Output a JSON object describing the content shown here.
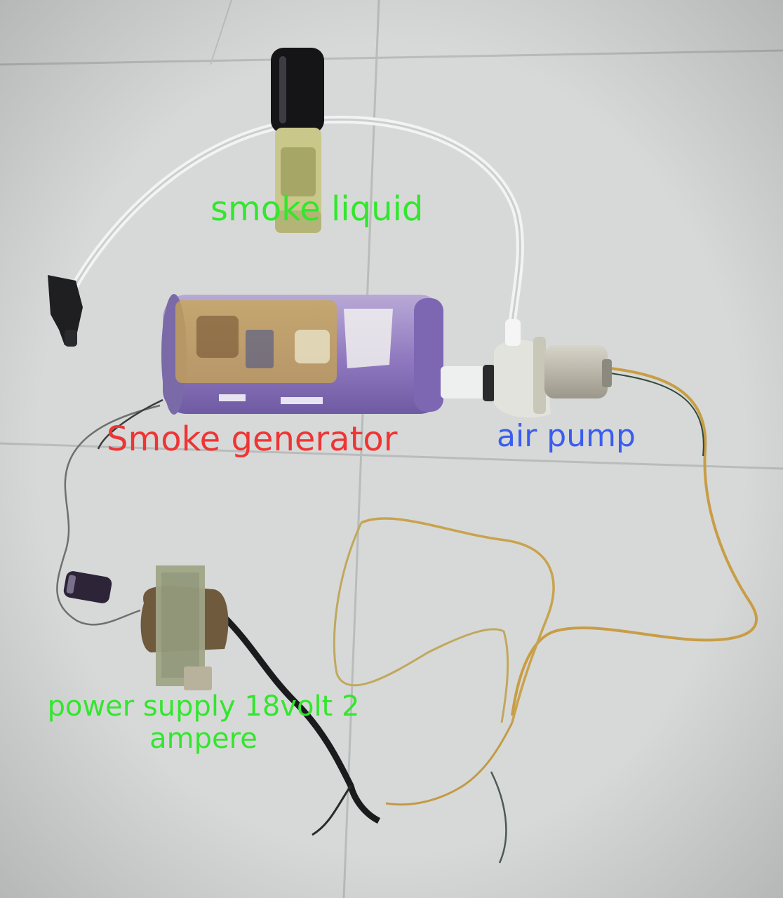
{
  "labels": {
    "smoke_liquid": "smoke liquid",
    "smoke_generator": "Smoke generator",
    "air_pump": "air pump",
    "power_supply": "power supply 18volt 2 ampere"
  },
  "colors": {
    "smoke_liquid": "#33e62e",
    "smoke_generator": "#ef3434",
    "air_pump": "#3a5cf0",
    "power_supply": "#33e62e",
    "floor": "#d7d9d8",
    "grout": "#b9bcbb"
  }
}
